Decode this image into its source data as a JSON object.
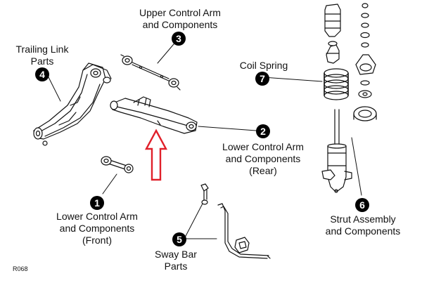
{
  "callouts": {
    "c1": {
      "num": "1",
      "lines": [
        "Lower Control Arm",
        "and Components",
        "(Front)"
      ]
    },
    "c2": {
      "num": "2",
      "lines": [
        "Lower Control Arm",
        "and Components",
        "(Rear)"
      ]
    },
    "c3": {
      "num": "3",
      "lines": [
        "Upper Control Arm",
        "and Components"
      ]
    },
    "c4": {
      "num": "4",
      "lines": [
        "Trailing Link",
        "Parts"
      ]
    },
    "c5": {
      "num": "5",
      "lines": [
        "Sway Bar",
        "Parts"
      ]
    },
    "c6": {
      "num": "6",
      "lines": [
        "Strut Assembly",
        "and Components"
      ]
    },
    "c7": {
      "num": "7",
      "lines": [
        "Coil Spring"
      ]
    }
  },
  "figure_code": "R068",
  "colors": {
    "arrow": "#e0202a",
    "ink": "#111111",
    "badge": "#000000"
  },
  "icons": {
    "arrow": "up-arrow-outline-icon"
  }
}
